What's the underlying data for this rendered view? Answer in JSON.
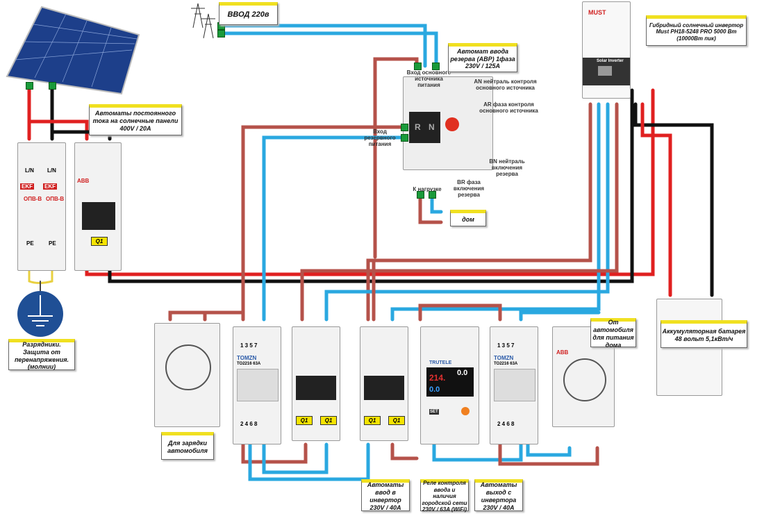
{
  "colors": {
    "phase": "#b5524a",
    "neutral": "#2aa8e0",
    "dc_plus": "#e02020",
    "dc_minus": "#111111",
    "ground": "#e8d040",
    "terminal": "#1a9a3a",
    "label_bar": "#f0e020"
  },
  "labels": {
    "input": "ВВОД 220в",
    "ats": "Автомат ввода резерва (АВР) 1фаза 230V / 125A",
    "inverter": "Гибридный солнечный инвертор Must PH18-5248 PRO 5000 Вт (10000Вт пик)",
    "dc_breakers": "Автоматы постоянного тока на солнечные панели 400V / 20A",
    "surge": "Разрядники. Защита от перенапряжения. (молнии)",
    "car_charge": "Для зарядки автомобиля",
    "house": "дом",
    "from_car": "От автомобиля для питания дома",
    "battery": "Аккумуляторная батарея 48 вольт 5,1кВт/ч",
    "inv_in_breakers": "Автоматы ввод в инвертор 230V / 40A",
    "relay": "Реле контроля ввода и наличия городской сети 230V / 63A (WiFi)",
    "inv_out_breakers": "Автоматы выход с инвертора 230V / 40A"
  },
  "ats_annotations": {
    "main_input": "Вход основного источника питания",
    "an": "AN нейтраль контроля основного источника",
    "ar": "AR фаза контроля основного источника",
    "reserve_input": "Вход резервного питания",
    "bn": "BN нейтраль включения резерва",
    "br": "BR фаза включения резерва",
    "load": "К нагрузке",
    "r": "R",
    "n": "N"
  },
  "devices": {
    "ln": "L/N",
    "pe": "PE",
    "spd_model": "ОПВ-В",
    "spd_brand": "EKF",
    "q1": "Q1",
    "abb": "ABB",
    "tomzn": "TOMZN",
    "tomzn_model": "TO2216 63A",
    "top_terms": "1  3  5  7",
    "bottom_terms": "2  4  6  8",
    "inverter_brand": "MUST",
    "inverter_name": "Solar Inverter",
    "relay_brand": "TRUTELE",
    "relay_v": "214.",
    "relay_kwh": "0.0",
    "relay_a": "0.0",
    "relay_set": "SET"
  }
}
